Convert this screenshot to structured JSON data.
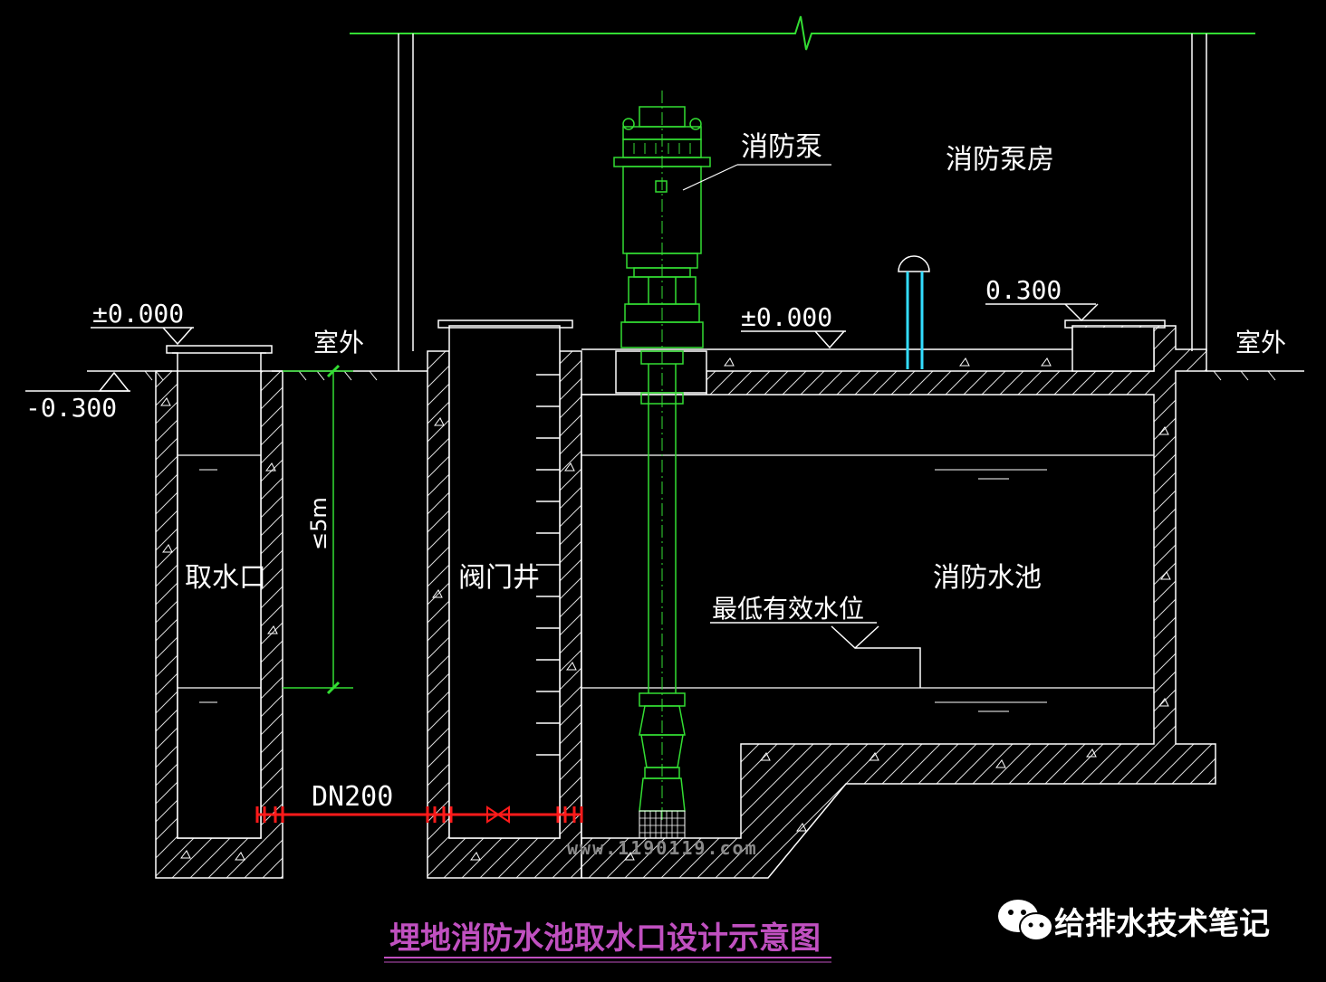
{
  "title": "埋地消防水池取水口设计示意图",
  "labels": {
    "pump": "消防泵",
    "pump_room": "消防泵房",
    "intake": "取水口",
    "valve_well": "阀门井",
    "fire_pool": "消防水池",
    "min_water_level": "最低有效水位",
    "outdoor_left": "室外",
    "outdoor_right": "室外",
    "pipe": "DN200",
    "depth_limit": "≤5m"
  },
  "elevations": {
    "left_zero": "±0.000",
    "left_ground": "-0.300",
    "middle_zero": "±0.000",
    "right_top": "0.300"
  },
  "watermark": "www.1190119.com",
  "brand": "给排水技术笔记",
  "colors": {
    "background": "#000000",
    "lines": "#ffffff",
    "pump": "#33dd33",
    "pipe": "#ff1a1a",
    "vent": "#33ddff",
    "title": "#c050c0"
  }
}
